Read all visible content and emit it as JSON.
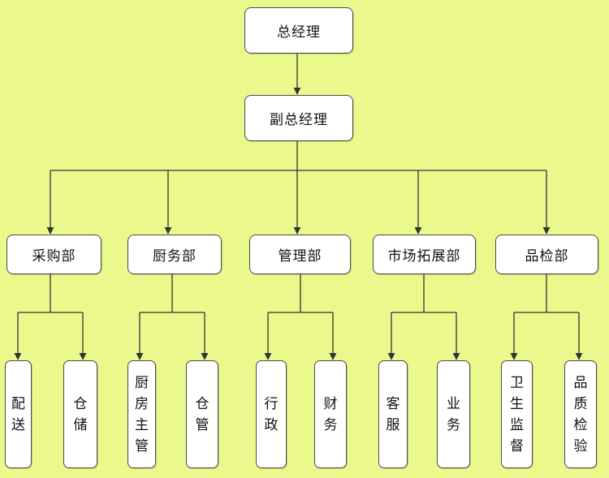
{
  "org": {
    "top": "总经理",
    "deputy": "副总经理",
    "departments": [
      {
        "name": "采购部",
        "children": [
          "配送",
          "仓储"
        ]
      },
      {
        "name": "厨务部",
        "children": [
          "厨房主管",
          "仓管"
        ]
      },
      {
        "name": "管理部",
        "children": [
          "行政",
          "财务"
        ]
      },
      {
        "name": "市场拓展部",
        "children": [
          "客服",
          "业务"
        ]
      },
      {
        "name": "品检部",
        "children": [
          "卫生监督",
          "品质检验"
        ]
      }
    ]
  },
  "colors": {
    "background": "#ebf98c",
    "box": "#ffffff",
    "line": "#4a4a4a"
  }
}
